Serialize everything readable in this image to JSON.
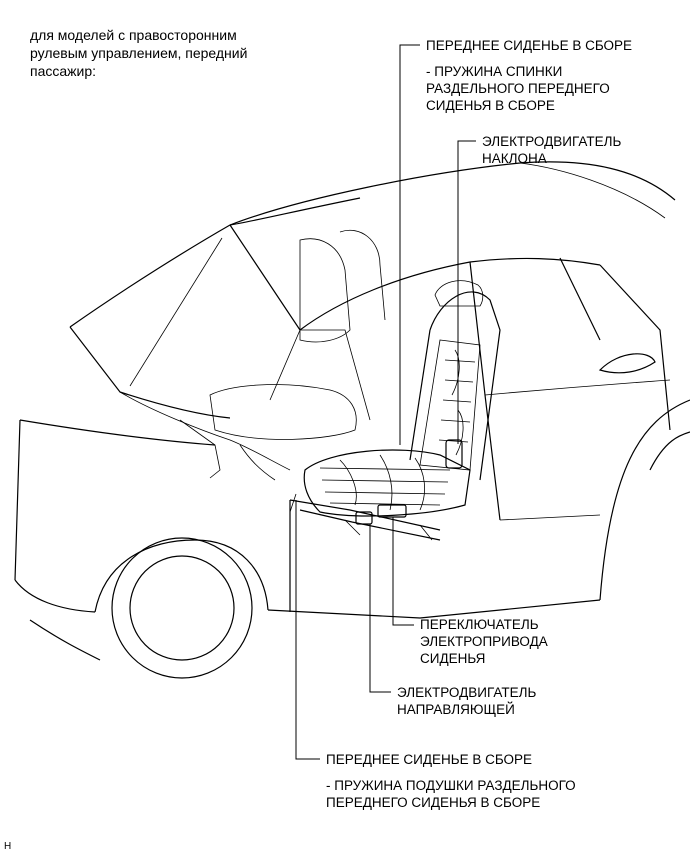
{
  "heading": "для моделей с правосторонним\nрулевым управлением, передний\nпассажир:",
  "labels": {
    "front_seat_top": "ПЕРЕДНЕЕ СИДЕНЬЕ В СБОРЕ",
    "front_seat_top_sub": "- ПРУЖИНА СПИНКИ\nРАЗДЕЛЬНОГО ПЕРЕДНЕГО\nСИДЕНЬЯ В СБОРЕ",
    "recline_motor": "ЭЛЕКТРОДВИГАТЕЛЬ\nНАКЛОНА",
    "seat_switch": "ПЕРЕКЛЮЧАТЕЛЬ\nЭЛЕКТРОПРИВОДА\nСИДЕНЬЯ",
    "slide_motor": "ЭЛЕКТРОДВИГАТЕЛЬ\nНАПРАВЛЯЮЩЕЙ",
    "front_seat_bottom": "ПЕРЕДНЕЕ СИДЕНЬЕ В СБОРЕ",
    "front_seat_bottom_sub": "- ПРУЖИНА ПОДУШКИ РАЗДЕЛЬНОГО\nПЕРЕДНЕГО СИДЕНЬЯ В СБОРЕ"
  },
  "corner_mark": "H"
}
